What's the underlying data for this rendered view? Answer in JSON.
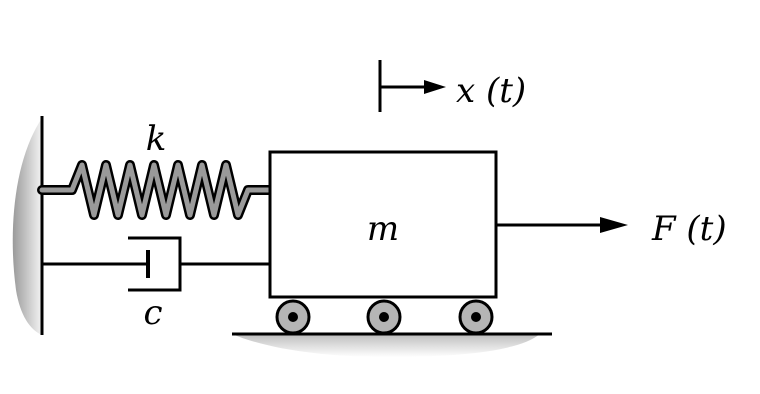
{
  "labels": {
    "spring": "k",
    "damper": "c",
    "mass": "m",
    "displacement": "x (t)",
    "force": "F (t)"
  },
  "colors": {
    "stroke": "#000000",
    "spring_metal": "#9a9a9a",
    "roller_fill": "#b5b5b5",
    "shadow": "#d6d6d6"
  },
  "icons": {
    "displacement_arrow": "arrow-right-icon",
    "force_arrow": "arrow-right-icon",
    "roller": "roller-wheel-icon"
  }
}
